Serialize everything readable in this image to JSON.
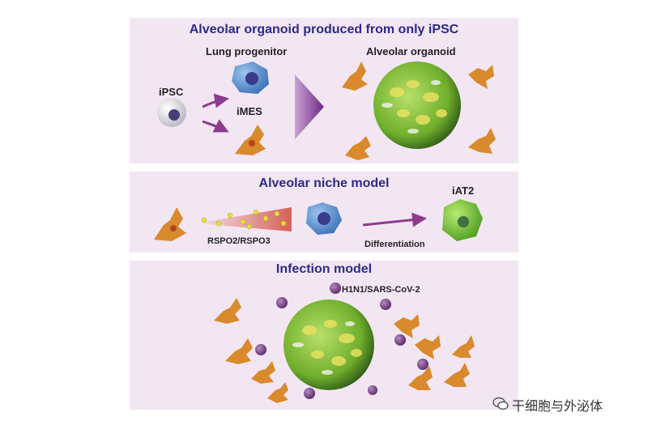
{
  "panels": {
    "top": {
      "title": "Alveolar organoid produced from only iPSC",
      "ipsc_label": "iPSC",
      "progenitor_label": "Lung progenitor",
      "imes_label": "iMES",
      "organoid_label": "Alveolar organoid"
    },
    "middle": {
      "title": "Alveolar niche model",
      "factor_label": "RSPO2/RSPO3",
      "process_label": "Differentiation",
      "product_label": "iAT2"
    },
    "bottom": {
      "title": "Infection model",
      "virus_label": "H1N1/SARS-CoV-2"
    }
  },
  "watermark": {
    "text": "干细胞与外泌体",
    "icon": "wechat-icon"
  },
  "colors": {
    "panel_bg": "#f3e6f3",
    "title": "#2c2a86",
    "fibroblast": "#d88a2c",
    "progenitor": "#4f86c9",
    "at2": "#6cbf3a",
    "virus": "#7a3f88",
    "arrow": "#8e3a8e"
  }
}
